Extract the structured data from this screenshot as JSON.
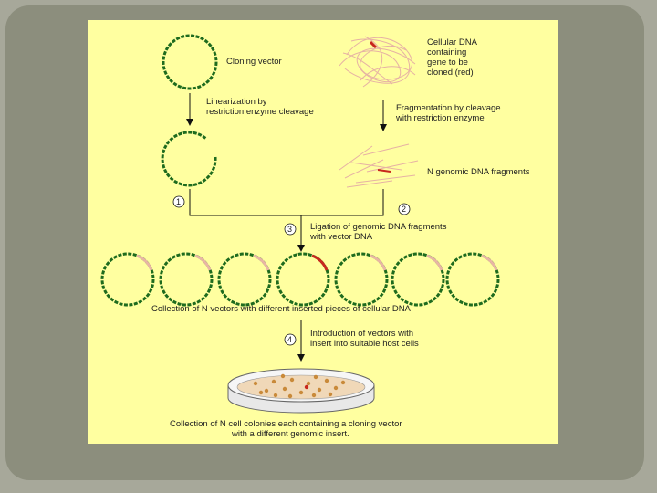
{
  "labels": {
    "cloning_vector": "Cloning vector",
    "cellular_dna": [
      "Cellular DNA",
      "containing",
      "gene to be",
      "cloned (red)"
    ],
    "linearization": [
      "Linearization by",
      "restriction enzyme cleavage"
    ],
    "fragmentation": [
      "Fragmentation by cleavage",
      "with restriction enzyme"
    ],
    "n_fragments": "N genomic DNA fragments",
    "ligation": [
      "Ligation of genomic DNA fragments",
      "with vector DNA"
    ],
    "collection_vectors": "Collection of N vectors with different inserted pieces of cellular DNA",
    "introduction": [
      "Introduction of vectors with",
      "insert into suitable host cells"
    ],
    "collection_colonies": [
      "Collection of N cell colonies each containing a cloning vector",
      "with a different genomic insert."
    ]
  },
  "steps": [
    "1",
    "2",
    "3",
    "4"
  ],
  "colors": {
    "background": "#a7a89a",
    "panel": "#ffffa0",
    "vector": "#1e6b1e",
    "insert": "#e8b6a4",
    "gene": "#c8281e",
    "colony": "#c98a3a"
  }
}
